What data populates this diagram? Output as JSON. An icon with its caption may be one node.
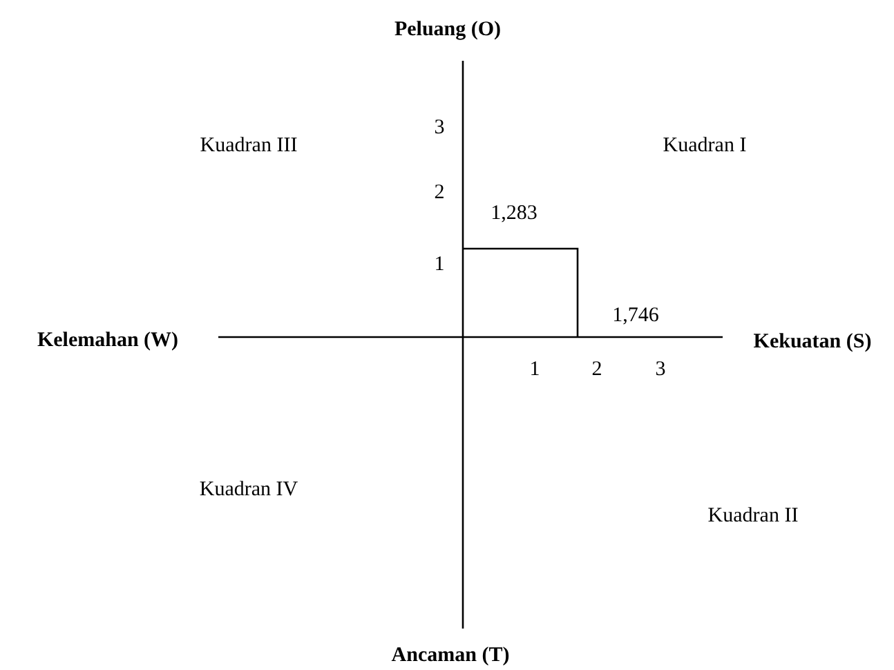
{
  "diagram": {
    "labels": [
      "Peluang (O)",
      "3",
      "Kuadran III",
      "Kuadran I",
      "2",
      "1,283",
      "1",
      "Kelemahan (W)",
      "1,746",
      "Kekuatan (S)",
      "1",
      "2",
      "3",
      "Kuadran IV",
      "Kuadran II",
      "Ancaman (T)"
    ]
  }
}
